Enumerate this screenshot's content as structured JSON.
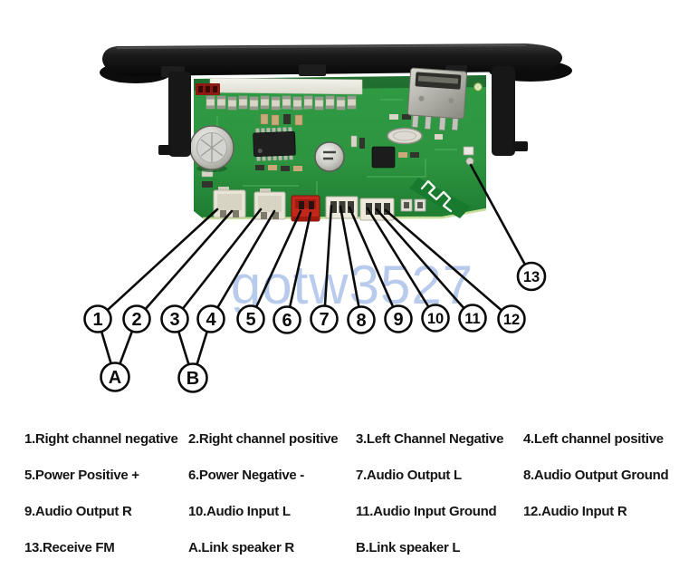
{
  "watermark": {
    "text": "gotw3527",
    "color": "#b3c7ec"
  },
  "board": {
    "description_colors": {
      "pcb_green": "#2f9b43",
      "pcb_shadow_green": "#1e7c30",
      "panel_black": "#141414",
      "power_connector_red": "#c3271c",
      "connector_white": "#e8e5d8",
      "usb_silver": "#b9b9b1"
    }
  },
  "callouts": {
    "labels": [
      "1",
      "2",
      "3",
      "4",
      "5",
      "6",
      "7",
      "8",
      "9",
      "10",
      "11",
      "12",
      "13",
      "A",
      "B"
    ]
  },
  "legend": {
    "items": [
      "1.Right channel negative",
      "2.Right channel positive",
      "3.Left Channel Negative",
      "4.Left channel positive",
      "5.Power Positive +",
      "6.Power Negative -",
      "7.Audio Output L",
      "8.Audio Output Ground",
      "9.Audio Output R",
      "10.Audio Input L",
      "11.Audio Input Ground",
      "12.Audio Input R",
      "13.Receive FM",
      "A.Link speaker R",
      "B.Link speaker L"
    ]
  }
}
